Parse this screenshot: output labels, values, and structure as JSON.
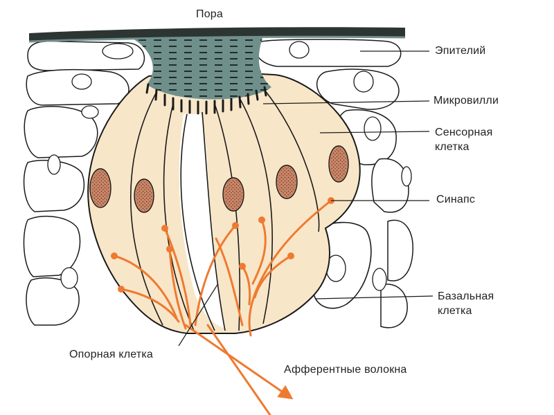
{
  "labels": {
    "pore": "Пора",
    "epithelium": "Эпителий",
    "microvilli": "Микровилли",
    "sensory_cell_line1": "Сенсорная",
    "sensory_cell_line2": "клетка",
    "synapse": "Синапс",
    "basal_cell_line1": "Базальная",
    "basal_cell_line2": "клетка",
    "support_cell": "Опорная клетка",
    "afferent_fibers": "Афферентные волокна"
  },
  "colors": {
    "outline": "#1a1a1a",
    "sensory_fill": "#f8e6c8",
    "pore_fill": "#6f8f8b",
    "surface": "#2d3533",
    "nucleus_fill": "#c9886a",
    "nerve": "#ee7a30"
  }
}
